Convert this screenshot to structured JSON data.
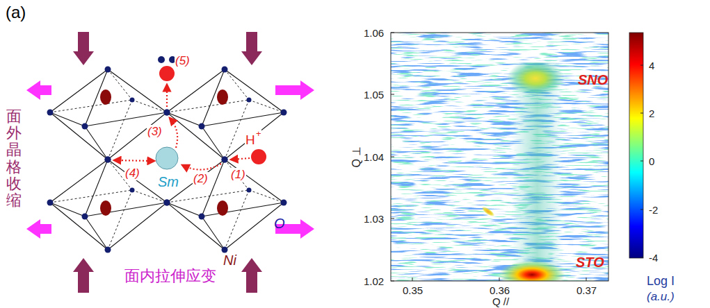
{
  "diagram": {
    "labels": [
      "(a)",
      "面外晶格收缩",
      "(5)",
      "(3)",
      "(2)",
      "(1)",
      "H",
      "+",
      "(4)",
      "Sm",
      "O",
      "Ni",
      "面内拉伸应变",
      "1.06",
      "1.05",
      "1.04",
      "1.03",
      "1.02",
      "Q ⊥",
      "0.35",
      "0.36",
      "0.37",
      "Q //",
      "SNO",
      "STO",
      "4",
      "2",
      "0",
      "-2",
      "-4",
      "Log I",
      "(a.u.)"
    ]
  }
}
